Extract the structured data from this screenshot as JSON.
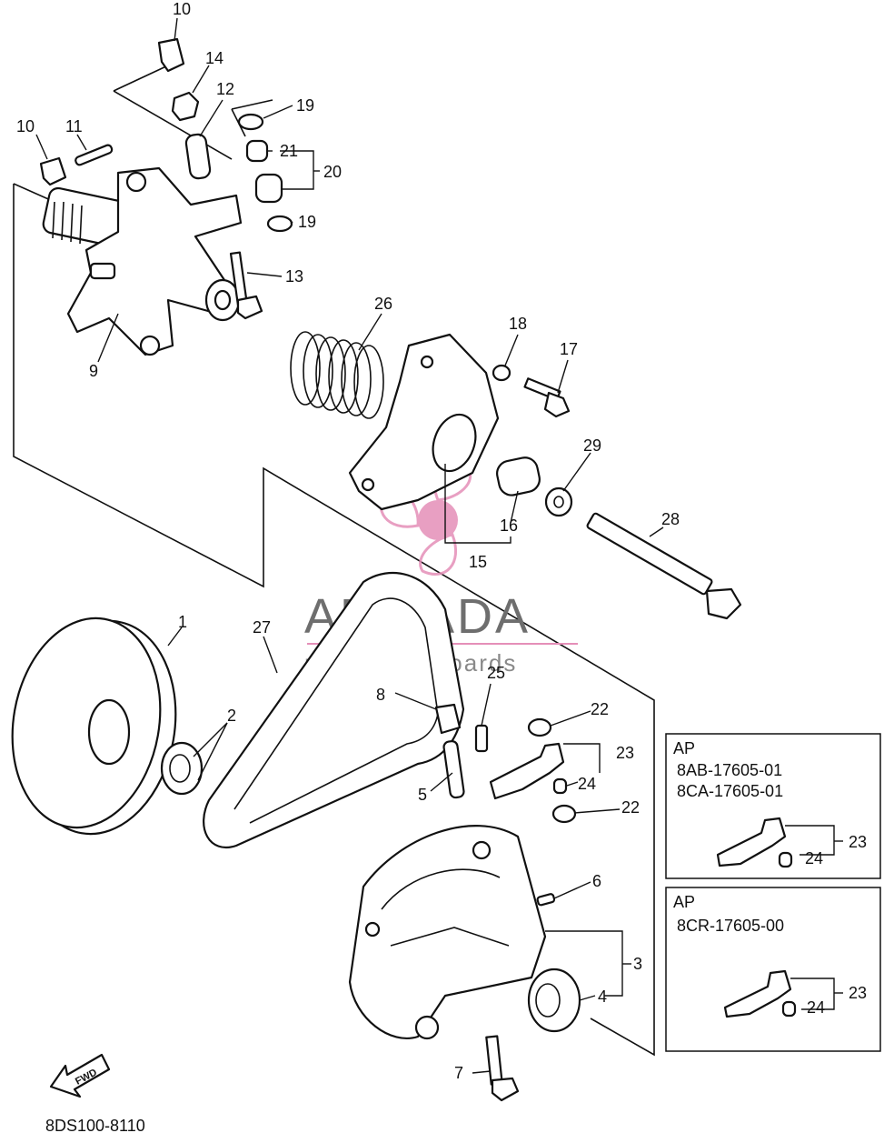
{
  "callouts": {
    "c1": "1",
    "c2": "2",
    "c3": "3",
    "c4": "4",
    "c5": "5",
    "c6": "6",
    "c7": "7",
    "c8": "8",
    "c9": "9",
    "c10a": "10",
    "c10b": "10",
    "c11": "11",
    "c12": "12",
    "c13": "13",
    "c14": "14",
    "c15": "15",
    "c16": "16",
    "c17": "17",
    "c18": "18",
    "c19a": "19",
    "c19b": "19",
    "c20": "20",
    "c21": "21",
    "c22a": "22",
    "c22b": "22",
    "c23": "23",
    "c24": "24",
    "c25": "25",
    "c26": "26",
    "c27": "27",
    "c28": "28",
    "c29": "29"
  },
  "watermark": {
    "brand": "ARMADA",
    "tagline": "marine outboards",
    "brand_color": "#6e6e6e",
    "logo_color": "#e58fb8"
  },
  "fwd_label": "FWD",
  "drawing_code": "8DS100-8110",
  "inset_boxes": [
    {
      "heading": "AP",
      "part_numbers": [
        "8AB-17605-01",
        "8CA-17605-01"
      ],
      "c23": "23",
      "c24": "24"
    },
    {
      "heading": "AP",
      "part_numbers": [
        "8CR-17605-00"
      ],
      "c23": "23",
      "c24": "24"
    }
  ]
}
